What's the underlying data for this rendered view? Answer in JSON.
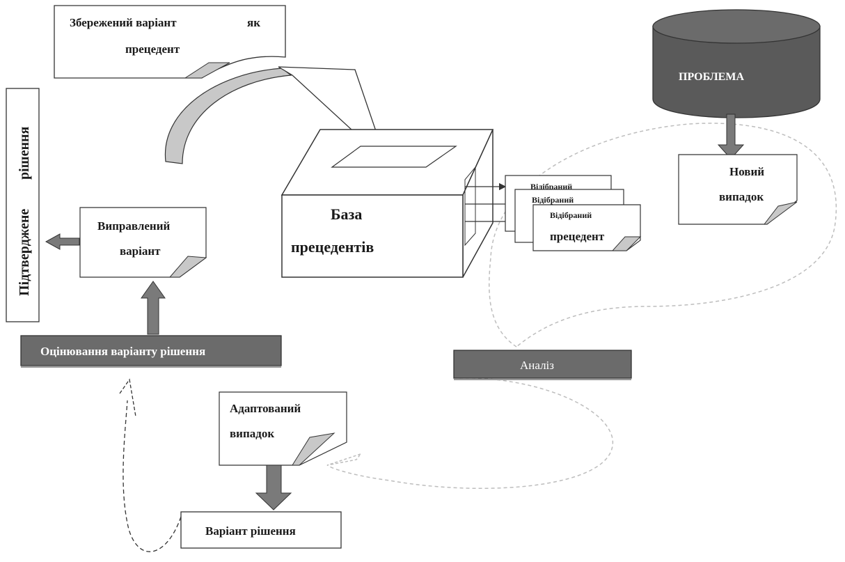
{
  "saved_case": {
    "line1": "Збережений варіант",
    "line1b": "як",
    "line2": "прецедент"
  },
  "confirmed_solution": {
    "part1": "Підтверджене",
    "part2": "рішення"
  },
  "problem": {
    "label": "ПРОБЛЕМА"
  },
  "new_case": {
    "line1": "Новий",
    "line2": "випадок"
  },
  "case_base": {
    "line1": "База",
    "line2": "прецедентів"
  },
  "retrieved": {
    "label_a": "Відібраний",
    "label_b": "Відібраний",
    "label_c": "Відібраний",
    "label_c2": "прецедент"
  },
  "revised_case": {
    "line1": "Виправлений",
    "line2": "варіант"
  },
  "evaluation": {
    "label": "Оцінювання варіанту рішення"
  },
  "analysis": {
    "label": "Аналіз"
  },
  "adapted_case": {
    "line1": "Адаптований",
    "line2": "випадок"
  },
  "solution_variant": {
    "label": "Варіант рішення"
  },
  "colors": {
    "dark_box": "#6b6b6b",
    "cylinder": "#5a5a5a",
    "arrow": "#7a7a7a",
    "curl": "#c8c8c8"
  }
}
